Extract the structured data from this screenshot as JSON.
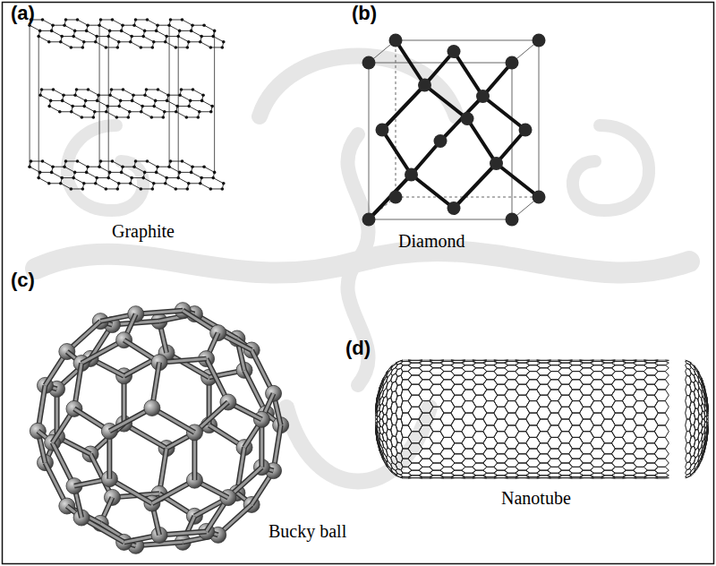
{
  "diagram": {
    "labels": [
      "(a)",
      "Graphite",
      "(b)",
      "Diamond",
      "(c)",
      "Bucky ball",
      "(d)",
      "Nanotube"
    ]
  }
}
